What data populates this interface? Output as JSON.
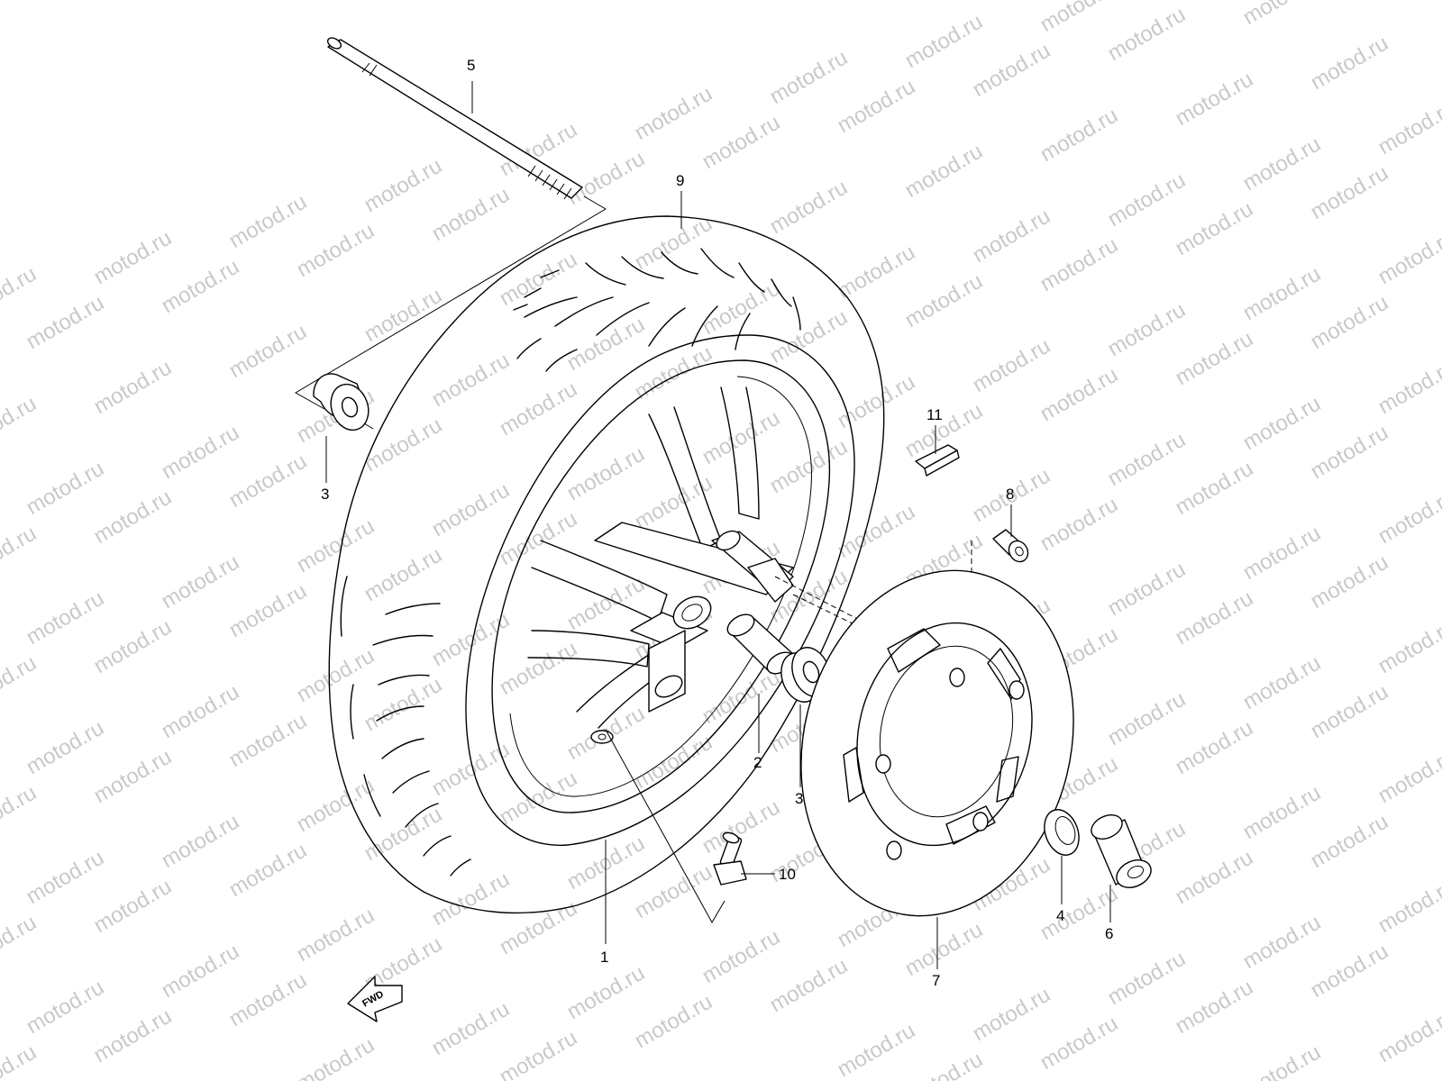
{
  "watermark": {
    "text": "motod.ru"
  },
  "direction": {
    "label": "FWD"
  },
  "callouts": [
    {
      "id": "wheel",
      "label": "1"
    },
    {
      "id": "spacer",
      "label": "2"
    },
    {
      "id": "bearing-left",
      "label": "3"
    },
    {
      "id": "bearing-right",
      "label": "3"
    },
    {
      "id": "dust-seal",
      "label": "4"
    },
    {
      "id": "axle",
      "label": "5"
    },
    {
      "id": "spacer-collar",
      "label": "6"
    },
    {
      "id": "brake-disc",
      "label": "7"
    },
    {
      "id": "disc-bolt",
      "label": "8"
    },
    {
      "id": "tire",
      "label": "9"
    },
    {
      "id": "valve",
      "label": "10"
    },
    {
      "id": "balancer",
      "label": "11"
    }
  ]
}
